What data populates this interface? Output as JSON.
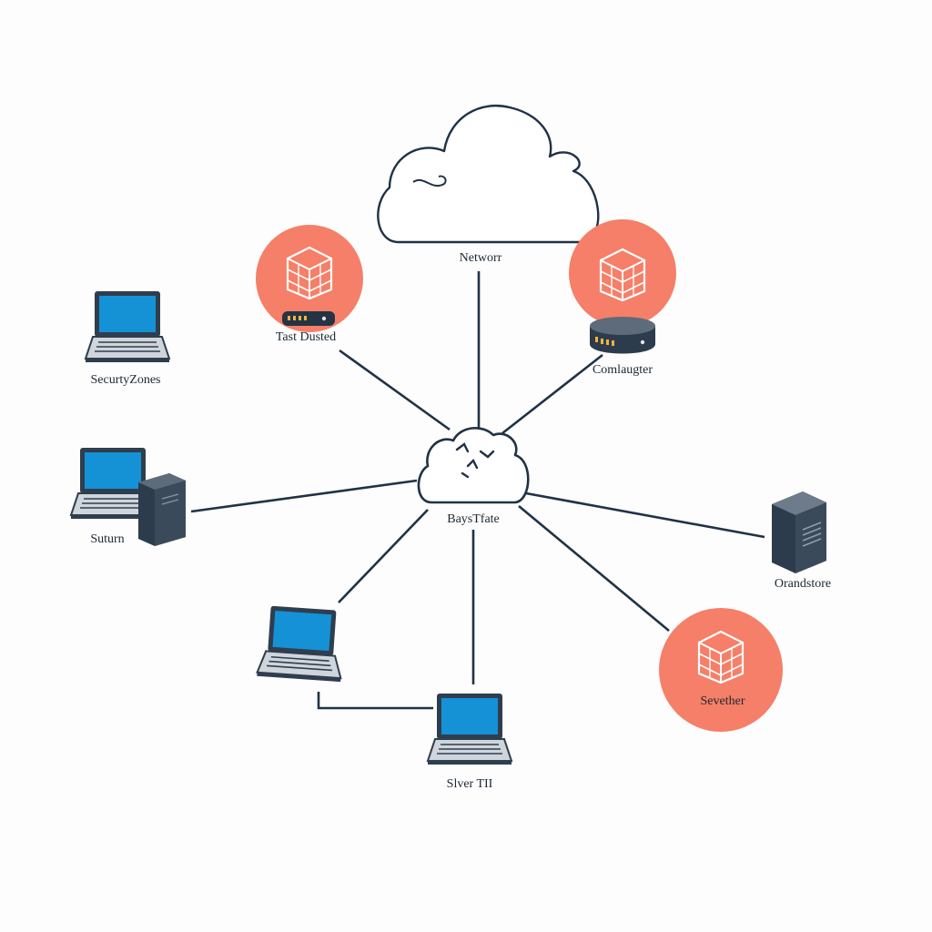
{
  "colors": {
    "line": "#1f3247",
    "firewall": "#f57f68",
    "screen": "#1591d6",
    "device_dark": "#3b4a5a",
    "device_mid": "#5d6b7a",
    "cloud_stroke": "#1f3247"
  },
  "nodes": {
    "network_cloud": {
      "label": "Networr",
      "icon": "cloud-icon"
    },
    "hub_cloud": {
      "label": "BaysTfate",
      "icon": "cloud-hub-icon"
    },
    "firewall_left": {
      "label": "Tast Dusted",
      "icon": "firewall-icon"
    },
    "firewall_right": {
      "label": "Comlaugter",
      "icon": "firewall-icon"
    },
    "firewall_bottom": {
      "label": "Sevether",
      "icon": "firewall-icon"
    },
    "laptop_top_left": {
      "label": "SecurtyZones",
      "icon": "laptop-icon"
    },
    "workstation_left": {
      "label": "Suturn",
      "icon": "desktop-tower-icon"
    },
    "server_right": {
      "label": "Orandstore",
      "icon": "server-icon"
    },
    "laptop_bottom_left": {
      "label": "",
      "icon": "laptop-icon"
    },
    "laptop_bottom": {
      "label": "Slver TII",
      "icon": "laptop-icon"
    }
  }
}
